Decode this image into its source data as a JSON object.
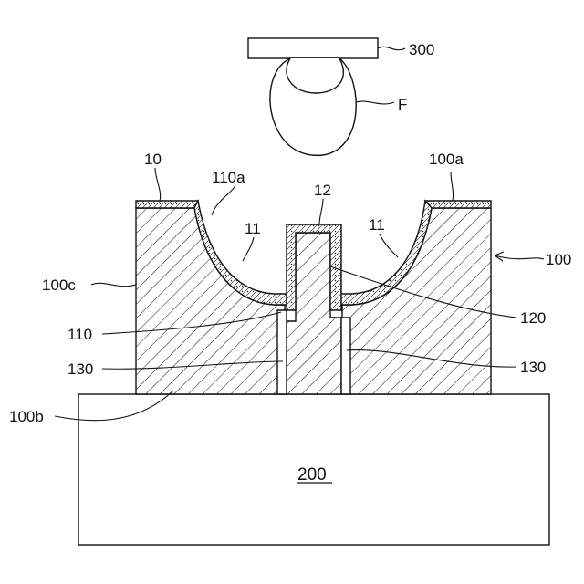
{
  "labels": {
    "plate": "300",
    "object": "F",
    "top_left_coat": "10",
    "cavity_coat": "110a",
    "top_right_coat": "100a",
    "pin_coat": "12",
    "groove_left": "11",
    "groove_right": "11",
    "block": "100",
    "side_face": "100c",
    "hole": "110",
    "pin": "120",
    "gap_left": "130",
    "gap_right": "130",
    "bottom_face": "100b",
    "base": "200"
  }
}
